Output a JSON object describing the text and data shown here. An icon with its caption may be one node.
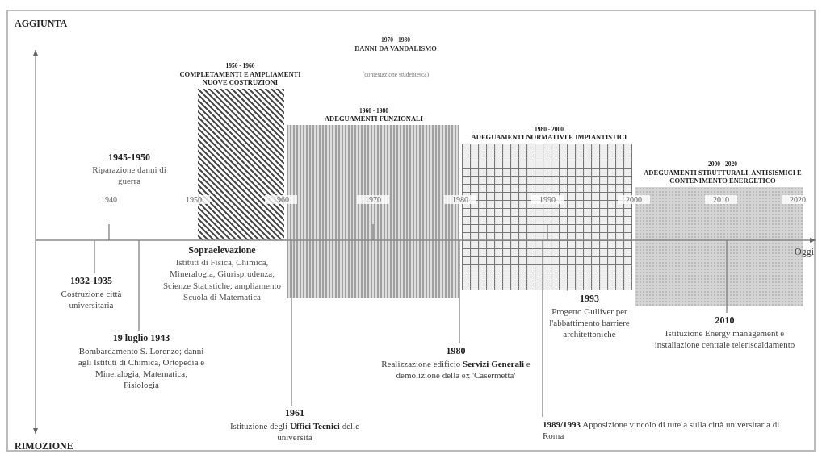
{
  "diagram": {
    "nodes": [
      {
        "text": [
          "1950 - 1960",
          "COMPLETAMENTI E AMPLIAMENTI NUOVE COSTRUZIONI"
        ]
      },
      {
        "text": [
          "1960 - 1980",
          "ADEGUAMENTI FUNZIONALI"
        ]
      },
      {
        "text": [
          "1980 - 2000",
          "ADEGUAMENTI NORMATIVI E IMPIANTISTICI"
        ]
      },
      {
        "text": [
          "2000 - 2020",
          "ADEGUAMENTI STRUTTURALI, ANTISISMICI E CONTENIMENTO ENERGETICO"
        ]
      },
      {
        "text": [
          "1932-1935",
          "Costruzione città universitaria"
        ]
      },
      {
        "text": [
          "19 luglio 1943",
          "Bombardamento S. Lorenzo; danni agli Istituti di Chimica, Ortopedia e Mineralogia, Matematica, Fisiologia"
        ]
      },
      {
        "text": [
          "1961",
          "Istituzione degli **Uffici Tecnici** delle università"
        ]
      },
      {
        "text": [
          "1980",
          "Realizzazione edificio **Servizi Generali** e demolizione della ex 'Casermetta'"
        ]
      },
      {
        "text": [
          "**1989/1993** Apposizione vincolo di tutela sulla città universitaria di Roma"
        ]
      },
      {
        "text": [
          "1993",
          "Progetto Gulliver per l'abbattimento barriere architettoniche"
        ]
      },
      {
        "text": [
          "2010",
          "Istituzione Energy management e installazione centrale teleriscaldamento"
        ]
      },
      {
        "text": [],
        "shape": "arrow"
      }
    ],
    "edges": [
      {
        "from": 4,
        "to": 11,
        "arrow": "none"
      },
      {
        "from": 5,
        "to": 11,
        "arrow": "none"
      },
      {
        "from": 6,
        "to": 11,
        "arrow": "none"
      },
      {
        "from": 7,
        "to": 11,
        "arrow": "none"
      },
      {
        "from": 8,
        "to": 11,
        "arrow": "none"
      },
      {
        "from": 9,
        "to": 11,
        "arrow": "none"
      },
      {
        "from": 10,
        "to": 11,
        "arrow": "none"
      }
    ],
    "labels": [
      "AGGIUNTA",
      "1970 - 1980",
      "DANNI DA VANDALISMO",
      "(contestazione studentesca)",
      "1945-1950",
      "Riparazione danni di guerra",
      "1940",
      "1950",
      "1960",
      "1970",
      "1980",
      "1990",
      "2000",
      "2010",
      "2020",
      "Sopraelevazione",
      "Oggi",
      "Istituti di Fisica, Chimica, Mineralogia, Giurisprudenza, Scienze Statistiche; ampliamento Scuola di Matematica",
      "RIMOZIONE"
    ]
  }
}
